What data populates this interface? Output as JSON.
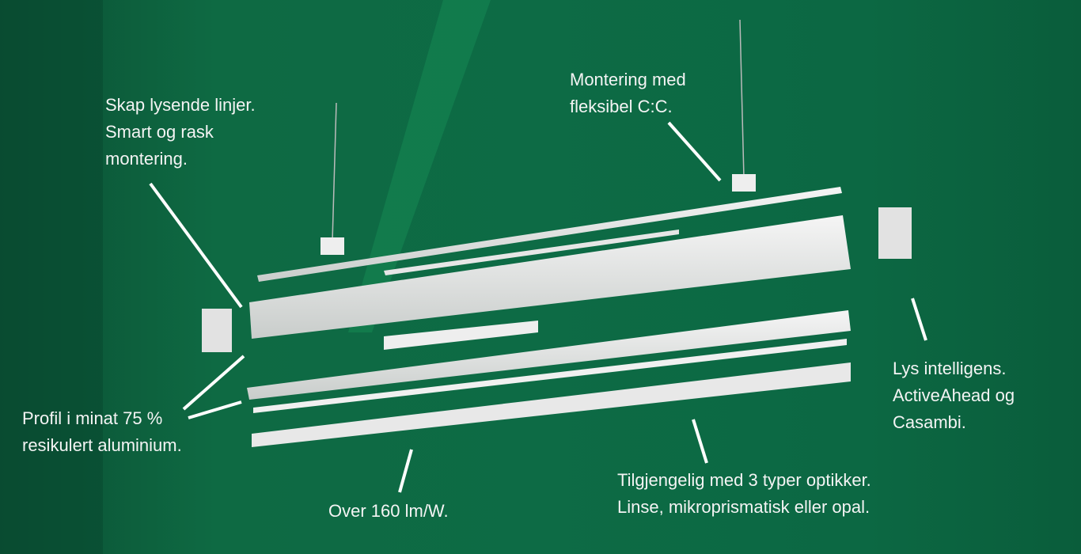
{
  "annotations": {
    "mounting": [
      "Montering med",
      "fleksibel C:C."
    ],
    "lines": [
      "Skap lysende linjer.",
      "Smart og rask",
      "montering."
    ],
    "profile": [
      "Profil i minat 75 %",
      "resikulert aluminium."
    ],
    "efficacy": [
      "Over 160 lm/W."
    ],
    "optics": [
      "Tilgjengelig med 3 typer optikker.",
      "Linse, mikroprismatisk eller opal."
    ],
    "intelligence": [
      "Lys intelligens.",
      "ActiveAhead og",
      "Casambi."
    ]
  },
  "colors": {
    "background": "#0d6843",
    "text": "#f4f4f4"
  }
}
